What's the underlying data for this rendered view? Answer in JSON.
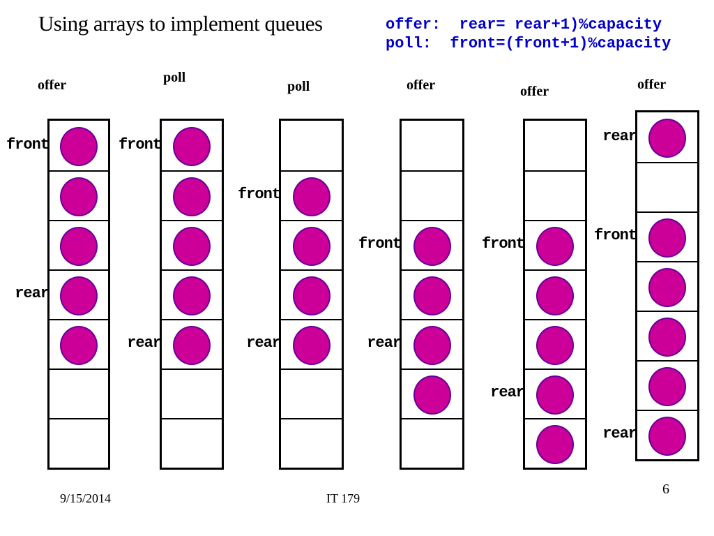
{
  "slide": {
    "title": "Using arrays to implement queues",
    "code": {
      "line1": "offer:  rear= rear+1)%capacity",
      "line2": "poll:  front=(front+1)%capacity"
    },
    "footer": {
      "date": "9/15/2014",
      "course": "IT 179",
      "page_number": "6"
    },
    "colors": {
      "code_text": "#0000CC",
      "element_fill": "#CC0099",
      "element_outline": "#660099",
      "grid_line": "#000000"
    }
  },
  "capacity": 7,
  "queue_states": [
    {
      "operation": "offer",
      "cells": [
        1,
        1,
        1,
        1,
        1,
        0,
        0
      ],
      "pointers": [
        {
          "label": "front",
          "row": 0
        },
        {
          "label": "rear",
          "row": 3
        }
      ]
    },
    {
      "operation": "poll",
      "cells": [
        1,
        1,
        1,
        1,
        1,
        0,
        0
      ],
      "pointers": [
        {
          "label": "front",
          "row": 0
        },
        {
          "label": "rear",
          "row": 4
        }
      ]
    },
    {
      "operation": "poll",
      "cells": [
        0,
        1,
        1,
        1,
        1,
        0,
        0
      ],
      "pointers": [
        {
          "label": "front",
          "row": 1
        },
        {
          "label": "rear",
          "row": 4
        }
      ]
    },
    {
      "operation": "offer",
      "cells": [
        0,
        0,
        1,
        1,
        1,
        1,
        0
      ],
      "pointers": [
        {
          "label": "front",
          "row": 2
        },
        {
          "label": "rear",
          "row": 4
        }
      ]
    },
    {
      "operation": "offer",
      "cells": [
        0,
        0,
        1,
        1,
        1,
        1,
        1
      ],
      "pointers": [
        {
          "label": "front",
          "row": 2
        },
        {
          "label": "rear",
          "row": 5
        }
      ]
    },
    {
      "operation": "offer",
      "cells": [
        1,
        0,
        1,
        1,
        1,
        1,
        1
      ],
      "pointers": [
        {
          "label": "rear",
          "row": 0
        },
        {
          "label": "front",
          "row": 2
        },
        {
          "label": "rear",
          "row": 6
        }
      ]
    }
  ]
}
